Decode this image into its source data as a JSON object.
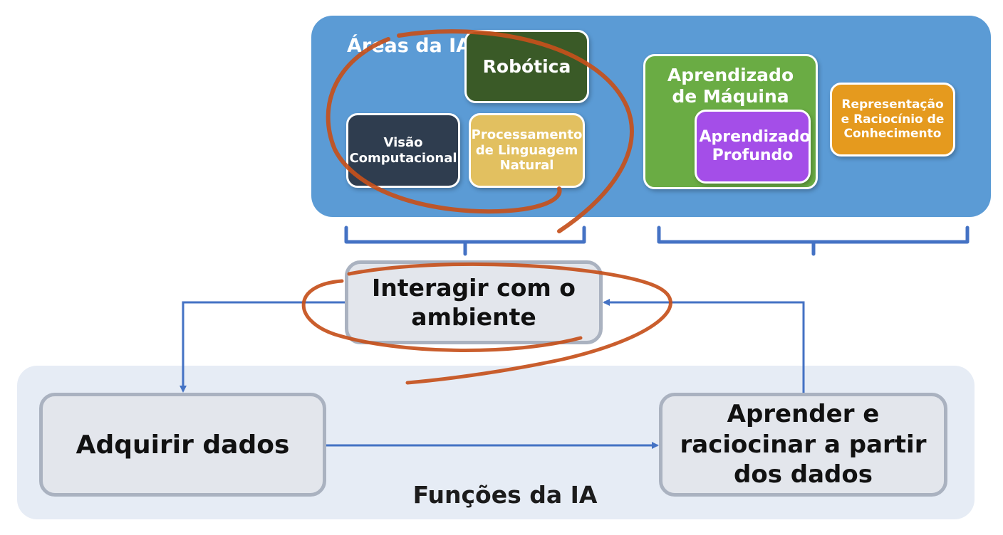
{
  "areas": {
    "title": "Áreas da IA",
    "robotica": "Robótica",
    "visao_computacional": "Visão Computacional",
    "processamento_linguagem_natural": "Processamento de Linguagem Natural",
    "aprendizado_maquina": "Aprendizado de Máquina",
    "aprendizado_profundo": "Aprendizado Profundo",
    "representacao_conhecimento": "Representação e Raciocínio de Conhecimento"
  },
  "funcoes": {
    "title": "Funções da IA",
    "interagir": "Interagir com o ambiente",
    "adquirir": "Adquirir dados",
    "aprender": "Aprender e raciocinar a partir dos dados"
  },
  "colors": {
    "areas_panel": "#5b9bd5",
    "robotica": "#3a5a27",
    "visao_computacional": "#2f3d4f",
    "processamento_linguagem_natural": "#e2c060",
    "aprendizado_maquina": "#6aac44",
    "aprendizado_profundo": "#a44ee8",
    "representacao_conhecimento": "#e59a1e",
    "funcoes_panel": "#e6ecf5",
    "connector_arrow": "#4472c4",
    "highlight_ellipse": "#c5501b"
  }
}
